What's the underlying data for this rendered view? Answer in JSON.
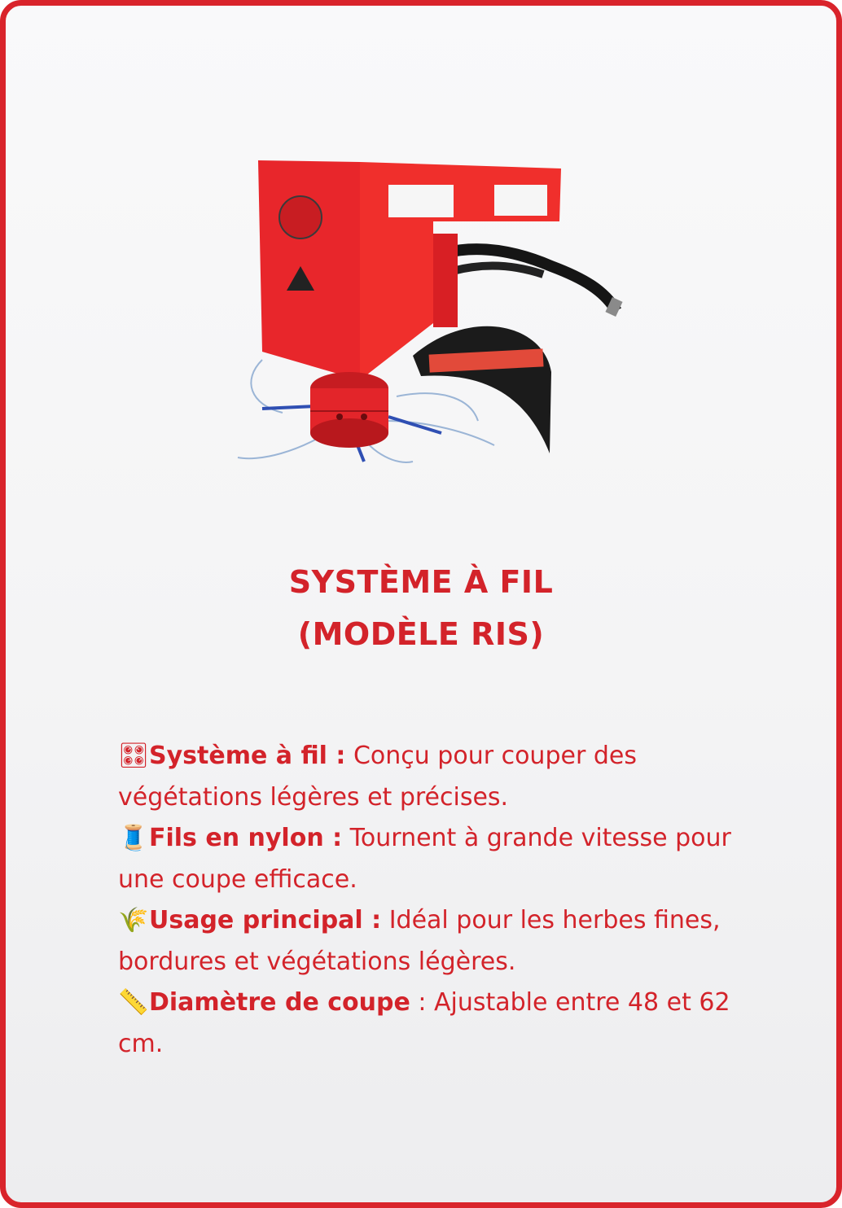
{
  "product": {
    "image_icon": "hydraulic-string-trimmer-head-image",
    "title_line1": "SYSTÈME À FIL",
    "title_line2": "(MODÈLE RIS)"
  },
  "features": [
    {
      "icon": "dice-icon",
      "emoji": "🎛",
      "label": "Système à fil :",
      "text": " Conçu pour couper des végétations légères et précises."
    },
    {
      "icon": "thread-spool-icon",
      "emoji": "🧵",
      "label": "Fils en nylon :",
      "text": " Tournent à grande vitesse pour une coupe efficace."
    },
    {
      "icon": "grass-icon",
      "emoji": "🌾",
      "label": "Usage principal :",
      "text": " Idéal pour les herbes fines, bordures et végétations légères."
    },
    {
      "icon": "ruler-icon",
      "emoji": "📏",
      "label": "Diamètre de coupe",
      "text": " : Ajustable entre 48 et 62 cm."
    }
  ],
  "colors": {
    "accent": "#d9242b",
    "text": "#d3232a",
    "background": "#f5f5f6"
  }
}
